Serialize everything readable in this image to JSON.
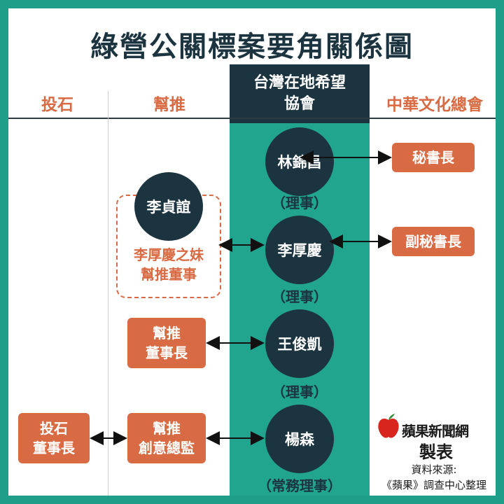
{
  "title": "綠營公關標案要角關係圖",
  "columns": {
    "col1": "投石",
    "col2": "幫推",
    "col3_line1": "台灣在地希望",
    "col3_line2": "協會",
    "col4": "中華文化總會"
  },
  "people": [
    {
      "name": "林錦昌",
      "role": "（理事）"
    },
    {
      "name": "李厚慶",
      "role": "（理事）"
    },
    {
      "name": "王俊凱",
      "role": "（理事）"
    },
    {
      "name": "楊森",
      "role": "（常務理事）"
    }
  ],
  "li_zhenyi": {
    "name": "李貞誼",
    "note_line1": "李厚慶之妹",
    "note_line2": "幫推董事"
  },
  "right_boxes": {
    "secretary": "秘書長",
    "deputy_secretary": "副秘書長"
  },
  "left_boxes": {
    "chairman_line1": "幫推",
    "chairman_line2": "董事長",
    "creative_line1": "幫推",
    "creative_line2": "創意總監",
    "toushi_line1": "投石",
    "toushi_line2": "董事長"
  },
  "credit": {
    "brand": "蘋果新聞網",
    "made": "製表",
    "source_line1": "資料來源:",
    "source_line2": "《蘋果》調查中心整理"
  },
  "colors": {
    "frame": "#1f9e8a",
    "teal": "#22a58e",
    "navy": "#1c3440",
    "orange": "#d86b44"
  }
}
